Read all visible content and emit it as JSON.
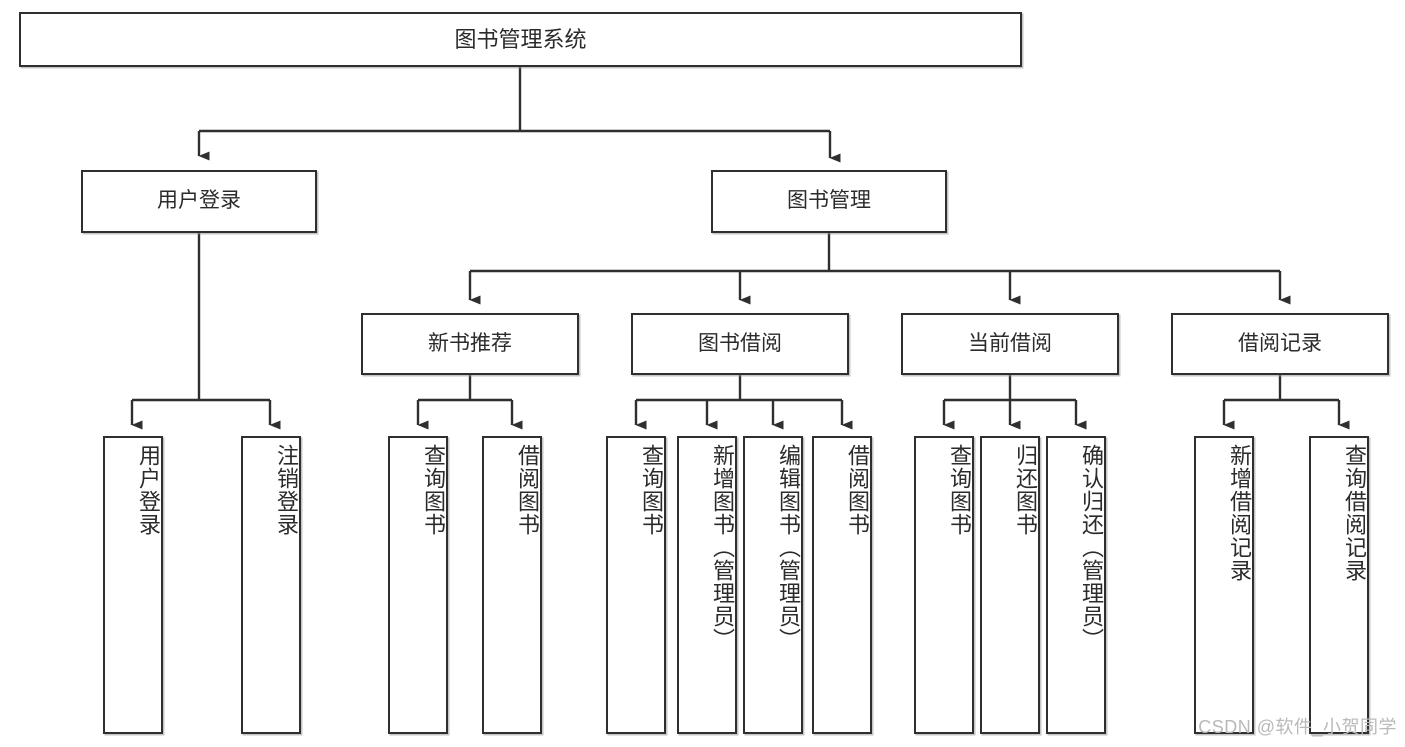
{
  "diagram": {
    "title": "图书管理系统",
    "type": "tree-hierarchy",
    "root": {
      "label": "图书管理系统"
    },
    "level2": [
      {
        "label": "用户登录"
      },
      {
        "label": "图书管理"
      }
    ],
    "level3": [
      {
        "label": "新书推荐"
      },
      {
        "label": "图书借阅"
      },
      {
        "label": "当前借阅"
      },
      {
        "label": "借阅记录"
      }
    ],
    "leaves": {
      "user_login": [
        {
          "label": "用户登录"
        },
        {
          "label": "注销登录"
        }
      ],
      "new_book_recommend": [
        {
          "label": "查询图书"
        },
        {
          "label": "借阅图书"
        }
      ],
      "book_borrow": [
        {
          "label": "查询图书"
        },
        {
          "label": "新增图书（管理员）"
        },
        {
          "label": "编辑图书（管理员）"
        },
        {
          "label": "借阅图书"
        }
      ],
      "current_borrow": [
        {
          "label": "查询图书"
        },
        {
          "label": "归还图书"
        },
        {
          "label": "确认归还（管理员）"
        }
      ],
      "borrow_record": [
        {
          "label": "新增借阅记录"
        },
        {
          "label": "查询借阅记录"
        }
      ]
    }
  },
  "watermark": {
    "text": "CSDN @软件_小贺同学"
  },
  "colors": {
    "box_border": "#2f2f2f",
    "box_fill": "#ffffff",
    "text": "#2b2b2b",
    "connector": "#2f2f2f",
    "watermark": "#b9b9b9"
  }
}
